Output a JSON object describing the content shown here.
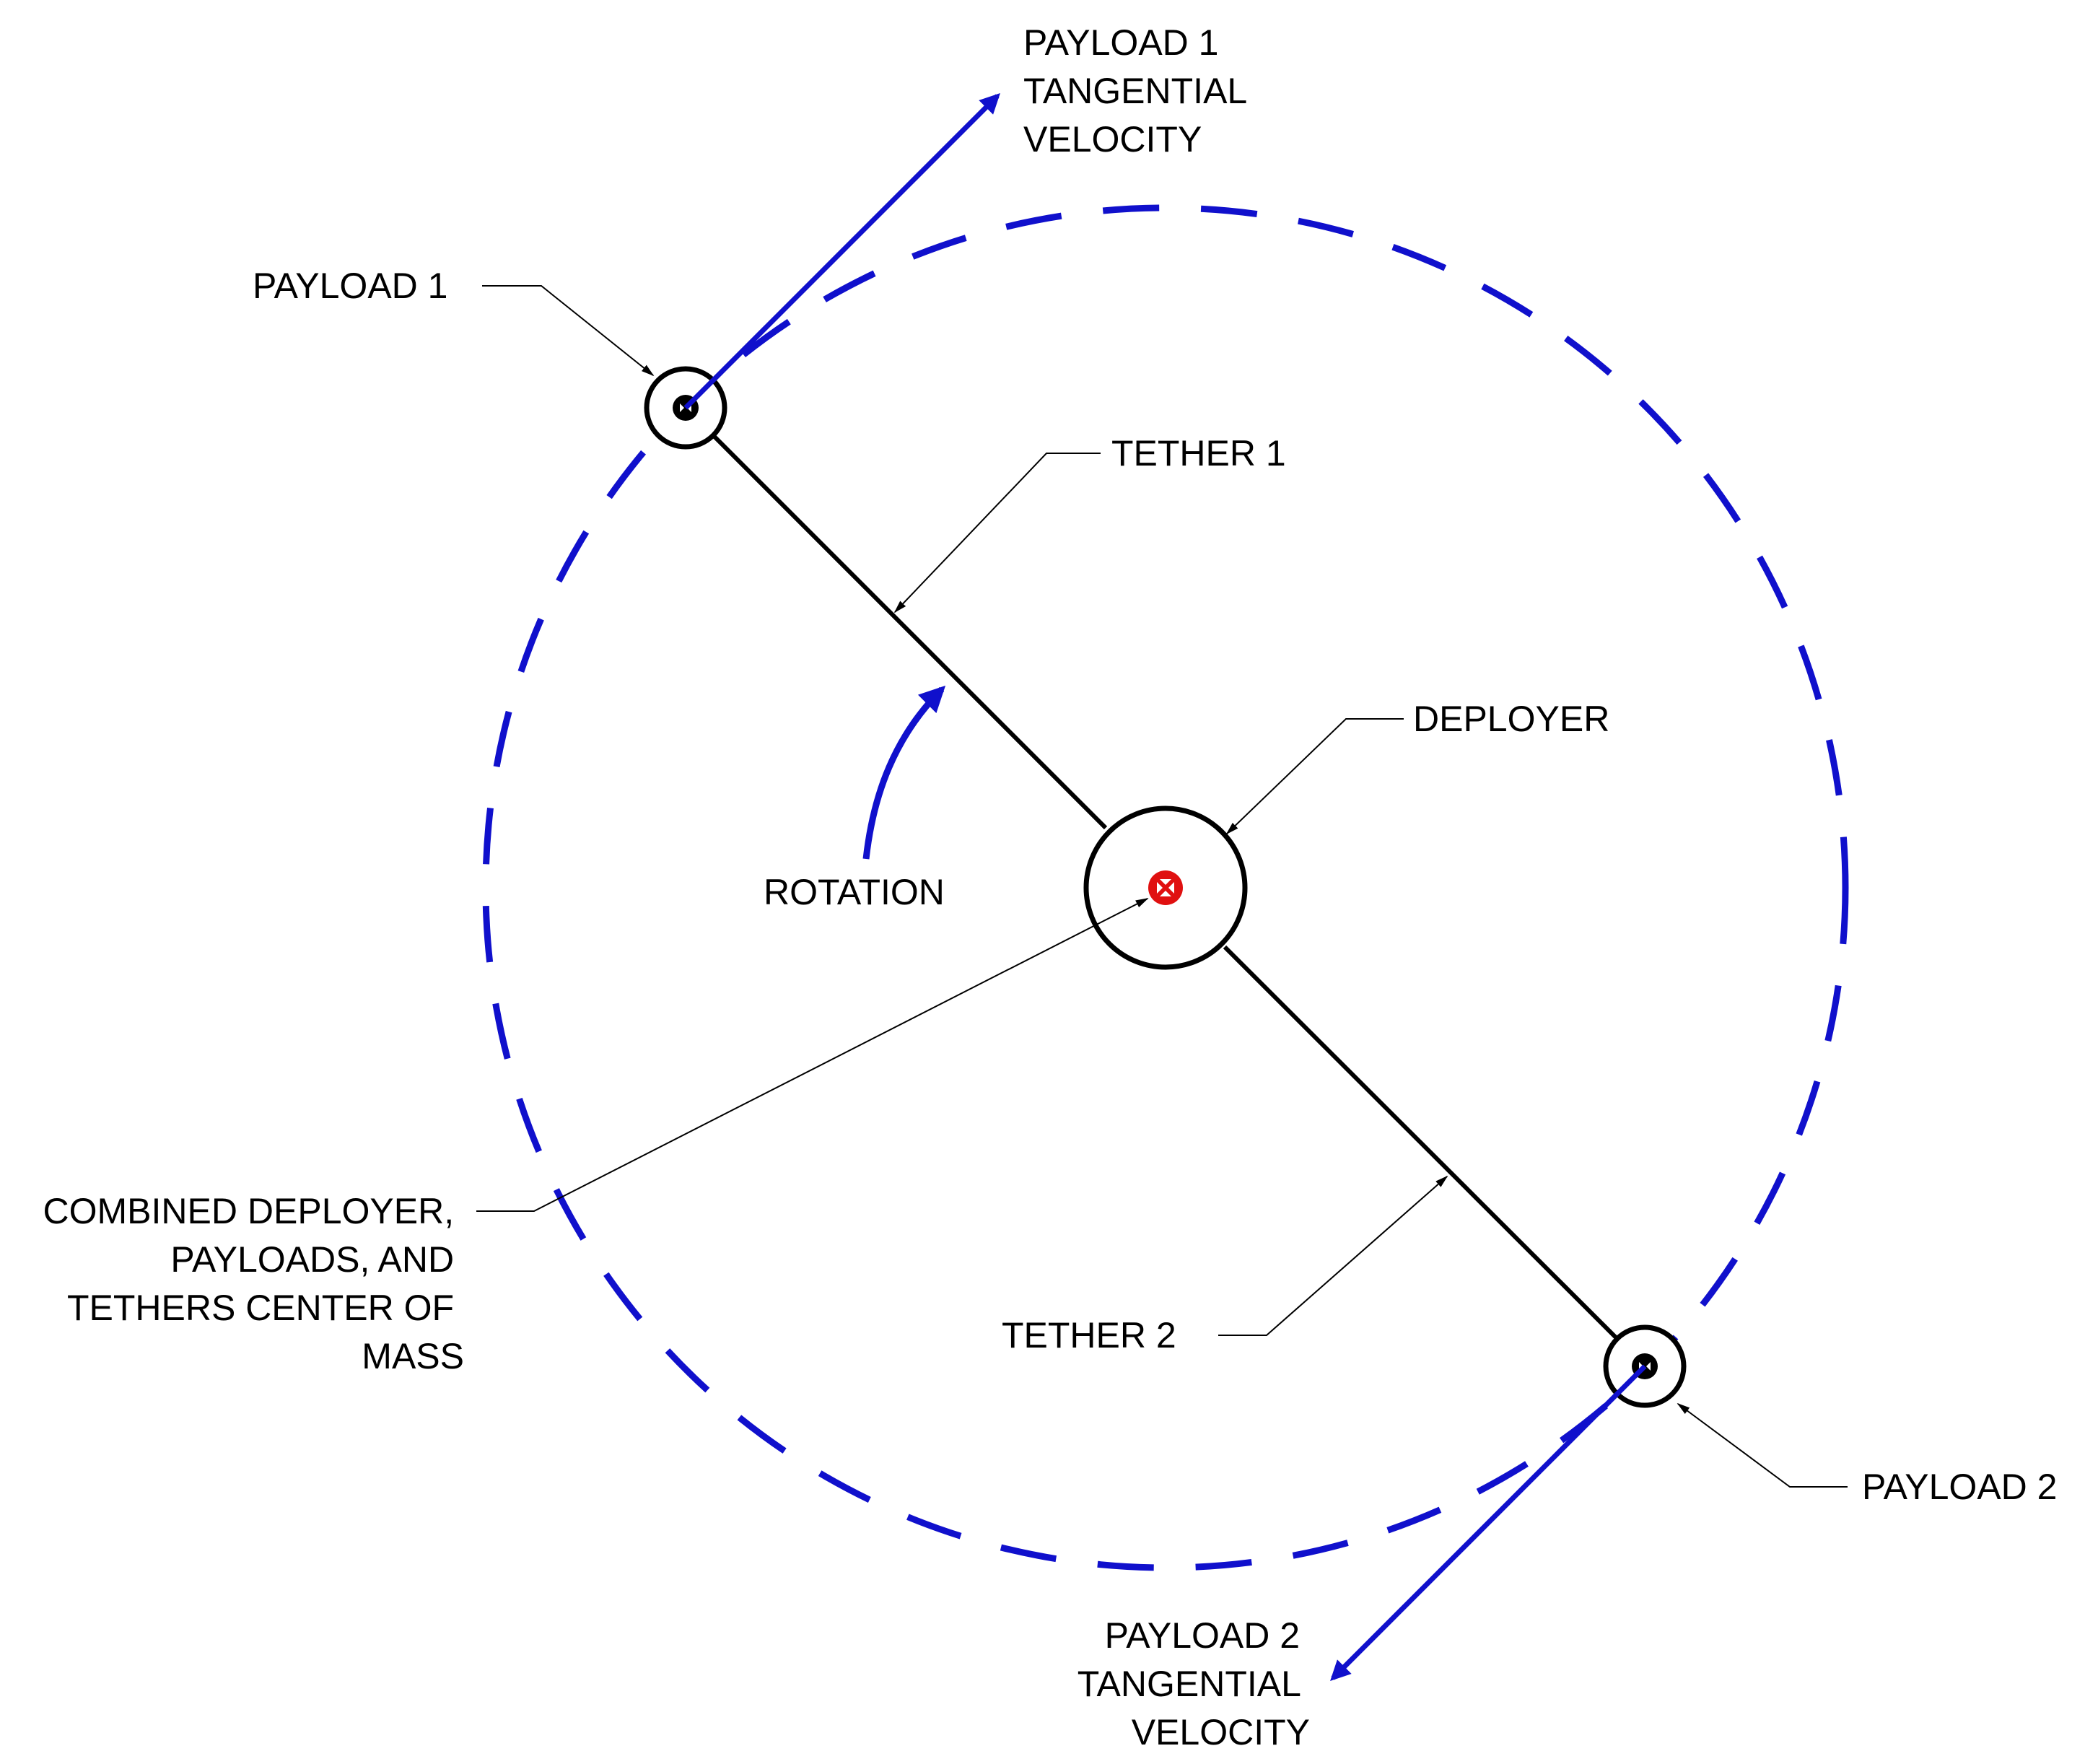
{
  "diagram": {
    "labels": {
      "payload1_velocity": [
        "PAYLOAD 1",
        "TANGENTIAL",
        "VELOCITY"
      ],
      "payload1": "PAYLOAD 1",
      "tether1": "TETHER 1",
      "deployer": "DEPLOYER",
      "rotation": "ROTATION",
      "center_of_mass": [
        "COMBINED DEPLOYER,",
        "PAYLOADS, AND",
        "TETHERS CENTER OF",
        "MASS"
      ],
      "tether2": "TETHER 2",
      "payload2": "PAYLOAD 2",
      "payload2_velocity": [
        "PAYLOAD 2",
        "TANGENTIAL",
        "VELOCITY"
      ]
    },
    "colors": {
      "orbit": "#1010cc",
      "velocity_arrow": "#1010cc",
      "rotation_arrow": "#1010cc",
      "center_of_mass_marker": "#e01010",
      "line": "#000000"
    }
  }
}
